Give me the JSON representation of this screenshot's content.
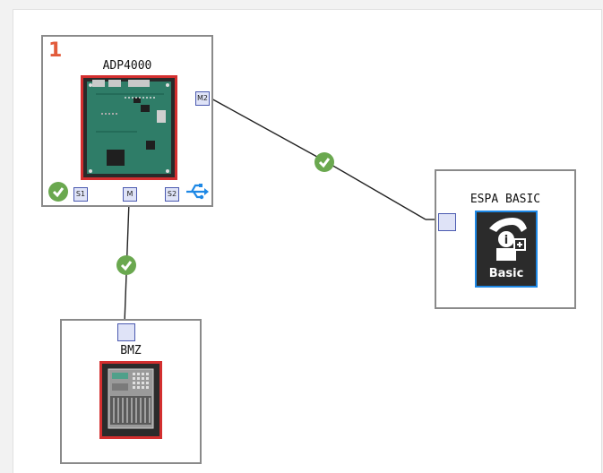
{
  "nodes": {
    "adp": {
      "number": "1",
      "title": "ADP4000",
      "ports": {
        "s1": "S1",
        "m": "M",
        "s2": "S2",
        "m2": "M2"
      }
    },
    "espa": {
      "title": "ESPA BASIC",
      "icon_label": "Basic"
    },
    "bmz": {
      "title": "BMZ"
    }
  },
  "connections": [
    {
      "from": "ADP4000.M2",
      "to": "ESPA BASIC",
      "status": "ok"
    },
    {
      "from": "ADP4000.M",
      "to": "BMZ",
      "status": "ok"
    }
  ],
  "colors": {
    "ok": "#6aa84f",
    "device_border": "#d32f2f",
    "number": "#e25b3b",
    "port_fill": "#dfe3f7"
  }
}
